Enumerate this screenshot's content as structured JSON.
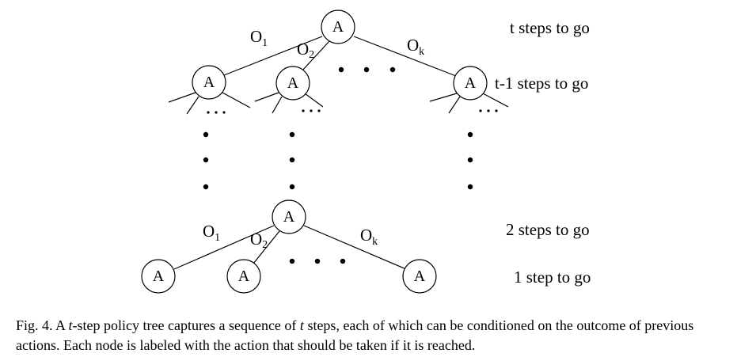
{
  "diagram": {
    "node_label": "A",
    "observations": {
      "o1": {
        "main": "O",
        "sub": "1"
      },
      "o2": {
        "main": "O",
        "sub": "2"
      },
      "ok": {
        "main": "O",
        "sub": "k"
      }
    },
    "step_labels": {
      "t": "t steps to go",
      "t_minus_1": "t-1 steps to go",
      "two": "2 steps to go",
      "one": "1 step to go"
    }
  },
  "caption": {
    "prefix": "Fig. 4. A ",
    "t1": "t",
    "mid": "-step policy tree captures a sequence of ",
    "t2": "t",
    "suffix": " steps, each of which can be conditioned on the outcome of previous actions. Each node is labeled with the action that should be taken if it is reached."
  }
}
